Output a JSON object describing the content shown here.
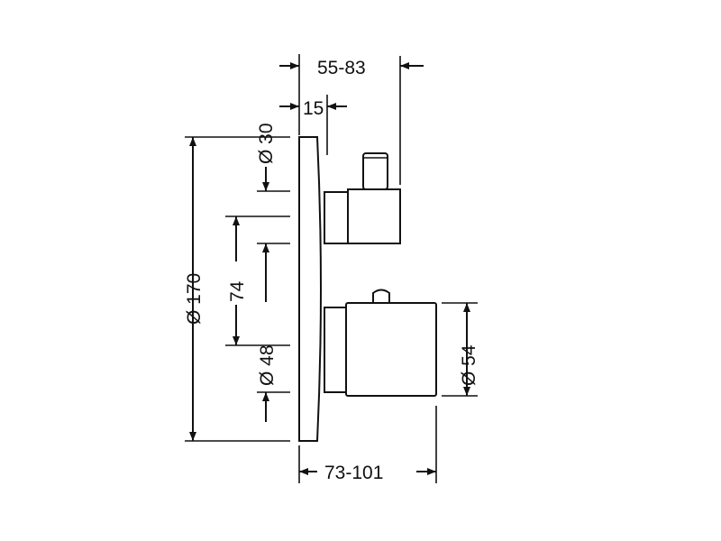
{
  "dimensions": {
    "depth_total": "55-83",
    "plate_offset": "15",
    "dia_30": "Ø 30",
    "dia_170": "Ø 170",
    "spacing_74": "74",
    "dia_48": "Ø 48",
    "dia_54": "Ø 54",
    "depth_handle": "73-101"
  }
}
